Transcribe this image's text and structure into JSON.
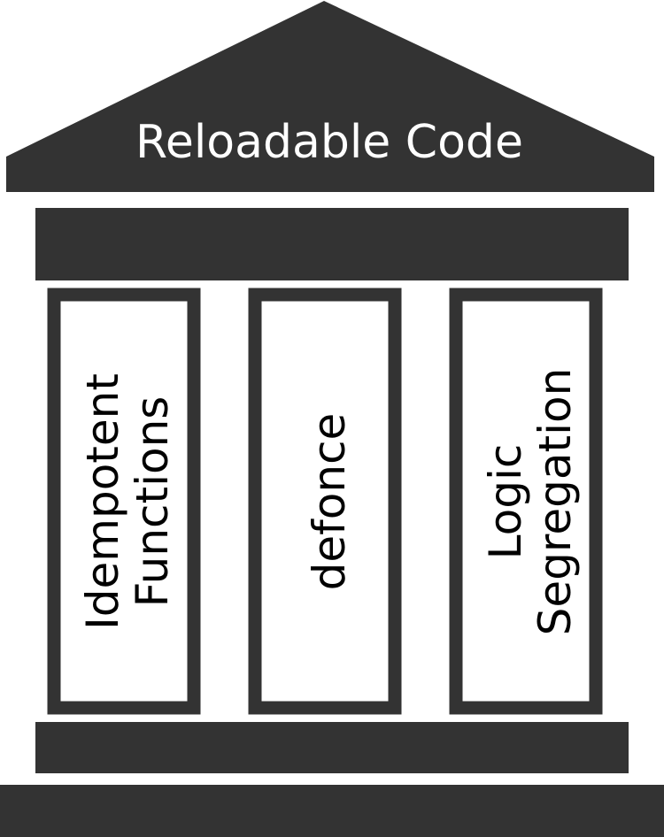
{
  "colors": {
    "fill": "#333333",
    "background": "#ffffff",
    "title_text": "#ffffff",
    "pillar_text": "#000000"
  },
  "roof": {
    "title": "Reloadable Code"
  },
  "pillars": [
    {
      "lines": [
        "Idempotent",
        "Functions"
      ]
    },
    {
      "lines": [
        "defonce"
      ]
    },
    {
      "lines": [
        "Logic",
        "Segregation"
      ]
    }
  ]
}
